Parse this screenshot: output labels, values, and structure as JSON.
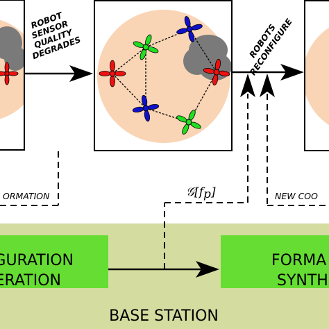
{
  "labels": {
    "sensor_degrade": [
      "ROBOT",
      "SENSOR",
      "QUALITY",
      "DEGRADES"
    ],
    "reconfigure": [
      "ROBOTS",
      "RECONFIGURE"
    ],
    "formation_left": "ORMATION",
    "new_coordinates": "NEW COO",
    "graph_label": "𝒢[f",
    "graph_sub": "p",
    "graph_close": "]"
  },
  "base_station": {
    "title": "BASE STATION",
    "left_box": [
      "GURATION",
      "ERATION"
    ],
    "right_box": [
      "FORMA",
      "SYNTH"
    ]
  },
  "colors": {
    "base_bg": "#d4dca0",
    "green_box": "#66dd33",
    "disk": "#f9d5b5",
    "red": "#ee1111",
    "green": "#22dd22",
    "blue": "#1111cc",
    "cloud": "#7a7a7a"
  },
  "robots": [
    {
      "color": "red",
      "name": "robot-red"
    },
    {
      "color": "green",
      "name": "robot-green-top"
    },
    {
      "color": "blue",
      "name": "robot-blue-top"
    },
    {
      "color": "red",
      "name": "robot-red-right"
    },
    {
      "color": "green",
      "name": "robot-green-bottom"
    },
    {
      "color": "blue",
      "name": "robot-blue-bottom"
    }
  ]
}
